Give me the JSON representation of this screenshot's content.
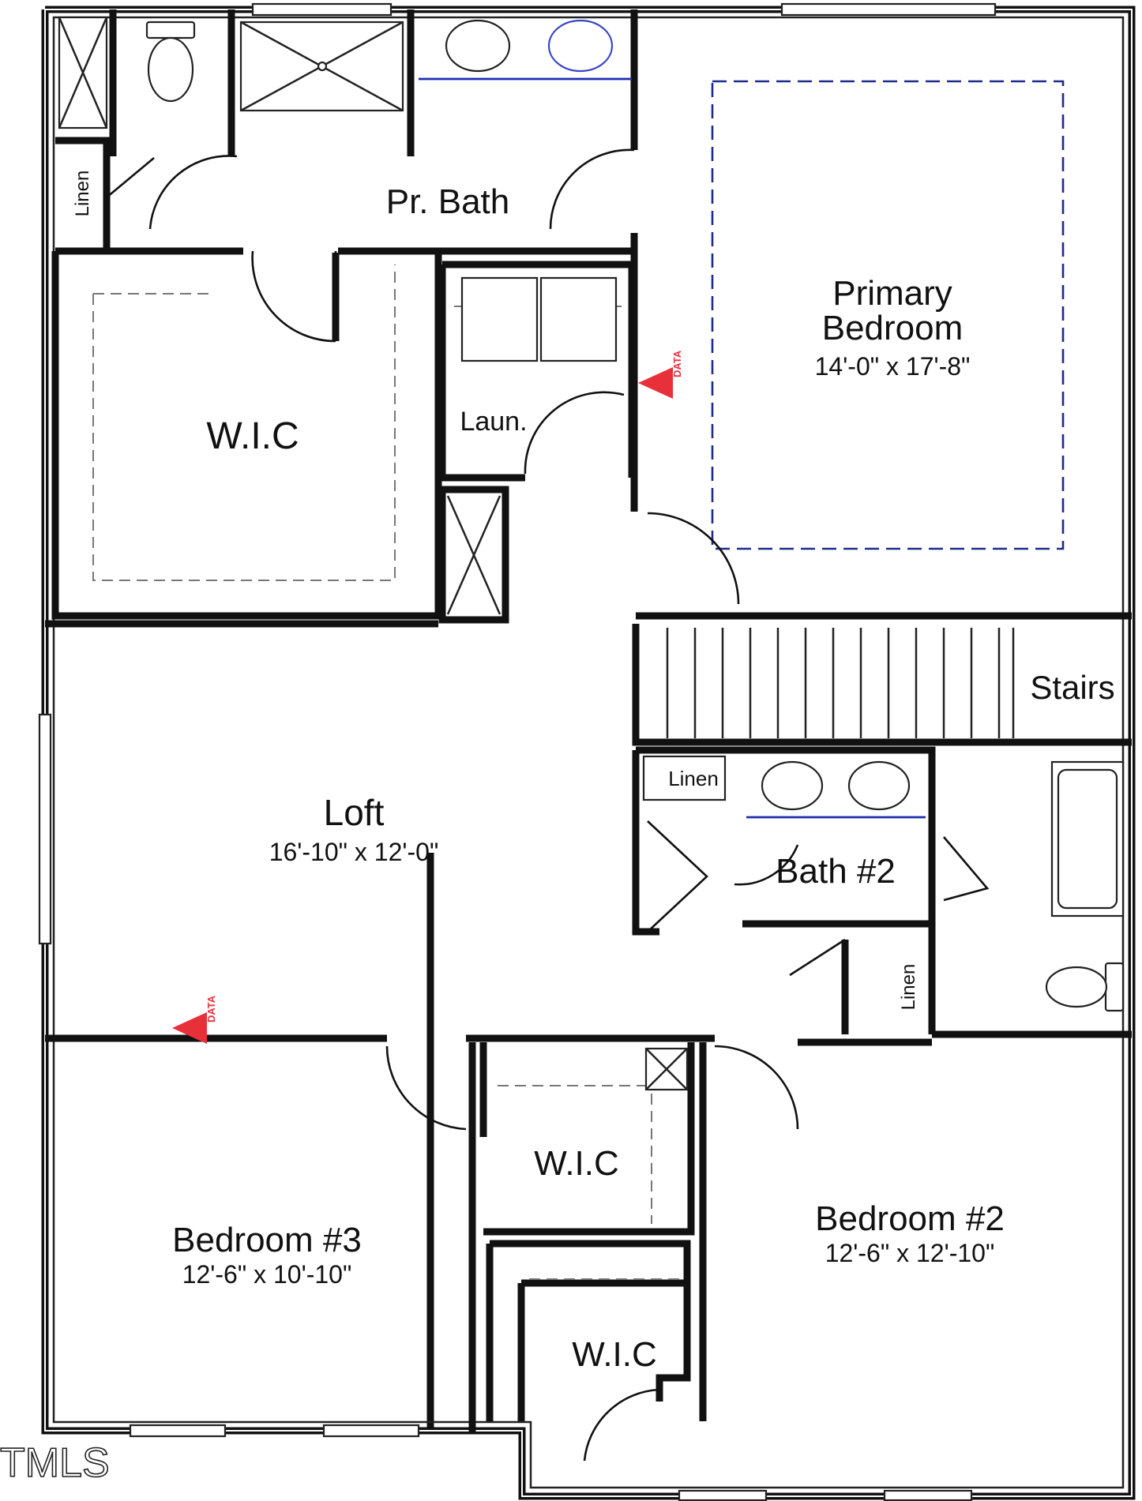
{
  "rooms": {
    "primary_bath": {
      "name": "Pr. Bath"
    },
    "primary_bedroom": {
      "name_line1": "Primary",
      "name_line2": "Bedroom",
      "dims": "14'-0\" x 17'-8\""
    },
    "wic_primary": {
      "name": "W.I.C"
    },
    "laundry": {
      "name": "Laun."
    },
    "loft": {
      "name": "Loft",
      "dims": "16'-10\" x 12'-0\""
    },
    "stairs": {
      "name": "Stairs"
    },
    "bath2": {
      "name": "Bath #2"
    },
    "bedroom3": {
      "name": "Bedroom #3",
      "dims": "12'-6\" x 10'-10\""
    },
    "bedroom2": {
      "name": "Bedroom #2",
      "dims": "12'-6\" x 12'-10\""
    },
    "wic_bed3": {
      "name": "W.I.C"
    },
    "wic_bed2": {
      "name": "W.I.C"
    }
  },
  "closets": {
    "linen_primary": "Linen",
    "linen_bath2_top": "Linen",
    "linen_bath2_side": "Linen"
  },
  "markers": {
    "data_top": "DATA",
    "data_bottom": "DATA"
  },
  "watermark": "TMLS",
  "colors": {
    "wall": "#111111",
    "ceiling_outline": "#1f2a8c",
    "vanity_line": "#1f2db0",
    "data_marker": "#e8303a"
  }
}
